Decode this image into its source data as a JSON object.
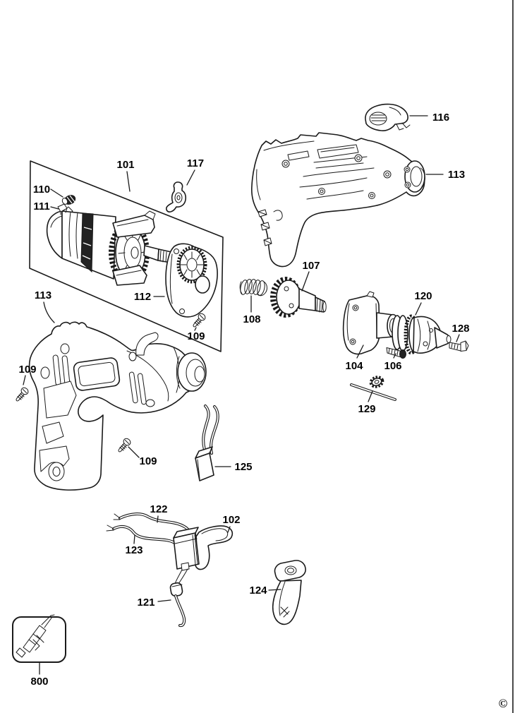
{
  "page": {
    "background": "#ffffff",
    "line_color": "#1a1a1a",
    "label_color": "#000000",
    "right_border_color": "#4a4a4a"
  },
  "callouts": [
    {
      "part": "101"
    },
    {
      "part": "110"
    },
    {
      "part": "111"
    },
    {
      "part": "117"
    },
    {
      "part": "116"
    },
    {
      "part": "113"
    },
    {
      "part": "112"
    },
    {
      "part": "109"
    },
    {
      "part": "108"
    },
    {
      "part": "107"
    },
    {
      "part": "104"
    },
    {
      "part": "106"
    },
    {
      "part": "120"
    },
    {
      "part": "128"
    },
    {
      "part": "129"
    },
    {
      "part": "113"
    },
    {
      "part": "109"
    },
    {
      "part": "109"
    },
    {
      "part": "125"
    },
    {
      "part": "122"
    },
    {
      "part": "123"
    },
    {
      "part": "102"
    },
    {
      "part": "121"
    },
    {
      "part": "124"
    },
    {
      "part": "800"
    }
  ],
  "footer": {
    "copyright": "©"
  }
}
